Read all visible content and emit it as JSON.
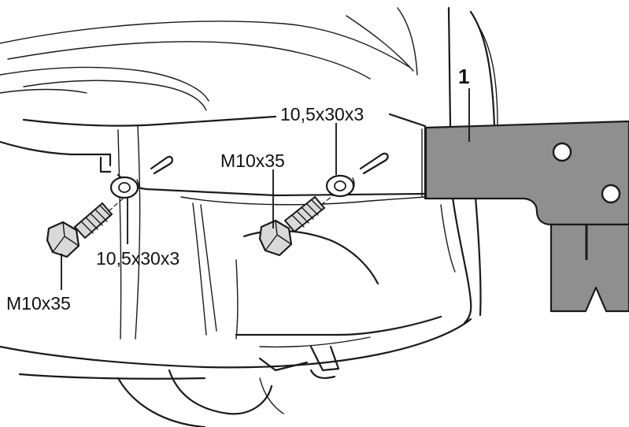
{
  "labels": {
    "part_number": "1",
    "washer_top": "10,5x30x3",
    "washer_bottom": "10,5x30x3",
    "bolt_right": "M10x35",
    "bolt_left": "M10x35"
  },
  "colors": {
    "bracket_fill": "#8f8f8f",
    "bolt_fill": "#d9d9d9",
    "line": "#1a1a1a",
    "background": "#ffffff"
  }
}
